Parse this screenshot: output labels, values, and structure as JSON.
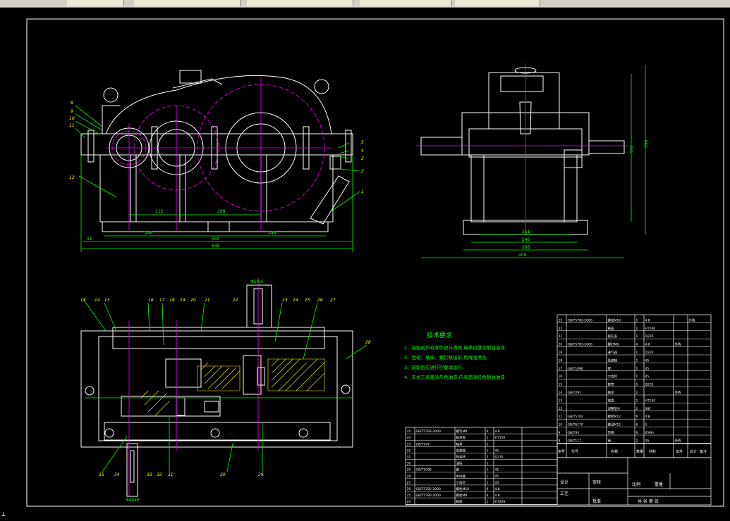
{
  "title_block_text": {
    "tech_title": "技术要求",
    "tech_items": [
      "1、装配前所有零件进行清洗,箱体内壁涂耐油油漆;",
      "2、齿轮、轴承、螺钉联接前,用煤油清洗;",
      "3、装配后应进行空载试运行;",
      "4、未加工表面涂灰色油漆,内表面涂红色耐油油漆"
    ]
  },
  "dimensions": {
    "front_view": [
      "112",
      "288",
      "245",
      "245",
      "31",
      "560",
      "648"
    ],
    "side_view": [
      "372",
      "398",
      "251",
      "246",
      "288",
      "409"
    ],
    "top_view": [
      "Φ50j6",
      "Φ40k6"
    ]
  },
  "part_numbers_front": [
    "8",
    "9",
    "10",
    "11",
    "12",
    "1",
    "2",
    "3",
    "4",
    "5"
  ],
  "part_numbers_top": [
    "13",
    "14",
    "15",
    "16",
    "17",
    "18",
    "19",
    "20",
    "21",
    "22",
    "23",
    "24",
    "25",
    "26",
    "27",
    "28",
    "29",
    "30",
    "31",
    "32",
    "33",
    "34",
    "35"
  ],
  "bom_right": {
    "header": [
      "序号",
      "代号",
      "名称",
      "数量",
      "材料",
      "单件",
      "总计",
      "备注"
    ],
    "rows": [
      [
        "23",
        "GB/T5782-2000",
        "螺栓M10",
        "1",
        "4.8",
        "",
        "外购"
      ],
      [
        "22",
        "",
        "箱盖",
        "1",
        "HT200",
        ""
      ],
      [
        "21",
        "",
        "视孔盖",
        "1",
        "Q235",
        ""
      ],
      [
        "20",
        "GB/T5783-2000",
        "螺钉M6",
        "4",
        "4.8",
        "外购"
      ],
      [
        "19",
        "",
        "通气器",
        "1",
        "Q235",
        ""
      ],
      [
        "18",
        "",
        "低速轴",
        "1",
        "45",
        ""
      ],
      [
        "17",
        "GB/T1096",
        "键",
        "1",
        "45",
        ""
      ],
      [
        "16",
        "",
        "大齿轮",
        "1",
        "45",
        ""
      ],
      [
        "15",
        "",
        "套筒",
        "1",
        "Q235",
        ""
      ],
      [
        "14",
        "GB/T297",
        "轴承",
        "2",
        "",
        "外购"
      ],
      [
        "13",
        "",
        "端盖",
        "1",
        "HT150",
        ""
      ],
      [
        "12",
        "",
        "调整垫片",
        "2",
        "08F",
        ""
      ],
      [
        "11",
        "GB/T5782",
        "螺栓M12",
        "6",
        "4.8",
        ""
      ],
      [
        "10",
        "GB/T6170",
        "螺母M12",
        "6",
        "5",
        ""
      ],
      [
        "9",
        "GB/T93",
        "垫圈",
        "6",
        "65Mn",
        ""
      ],
      [
        "8",
        "GB/T117",
        "销",
        "2",
        "35",
        "外购"
      ]
    ]
  },
  "bom_left": {
    "rows": [
      [
        "35",
        "GB/T5783-2000",
        "螺钉M8",
        "4",
        "4.8",
        ""
      ],
      [
        "34",
        "",
        "轴承盖",
        "1",
        "HT150",
        ""
      ],
      [
        "33",
        "GB/T297",
        "轴承",
        "2",
        "",
        ""
      ],
      [
        "32",
        "",
        "高速轴",
        "1",
        "45",
        ""
      ],
      [
        "31",
        "",
        "挡油环",
        "2",
        "Q235",
        ""
      ],
      [
        "30",
        "",
        "油标",
        "1",
        "",
        ""
      ],
      [
        "29",
        "GB/T1096",
        "键",
        "1",
        "45",
        ""
      ],
      [
        "28",
        "",
        "中间轴",
        "1",
        "45",
        ""
      ],
      [
        "27",
        "",
        "小齿轮",
        "1",
        "45",
        ""
      ],
      [
        "26",
        "GB/T5782-2000",
        "螺栓M16",
        "6",
        "4.8",
        ""
      ],
      [
        "25",
        "GB/T5780-2000",
        "螺栓M8",
        "4",
        "4.8",
        ""
      ],
      [
        "24",
        "",
        "箱座",
        "1",
        "HT200",
        ""
      ]
    ]
  },
  "title_block": {
    "design": "设计",
    "check": "审核",
    "process": "工艺",
    "approve": "批准",
    "scale": "比例",
    "weight": "重量",
    "sheet": "共 张 第 张"
  },
  "colors": {
    "background": "#000000",
    "outline": "#ffffff",
    "dimension": "#00ff00",
    "center": "#ff00ff",
    "hatch": "#ffff00",
    "part_label": "#ffff00",
    "table": "#ffffff"
  }
}
